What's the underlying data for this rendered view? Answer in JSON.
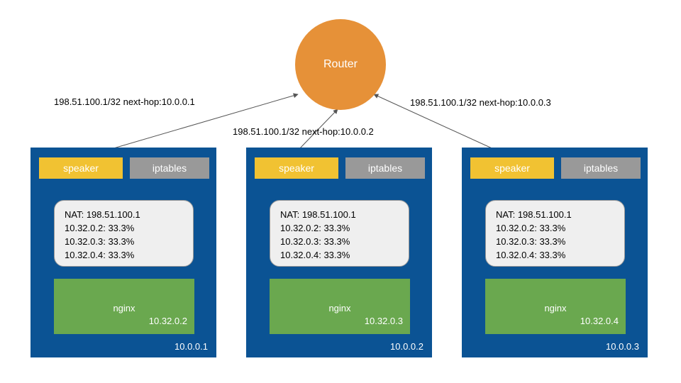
{
  "router": {
    "label": "Router"
  },
  "routes": [
    {
      "text": "198.51.100.1/32 next-hop:10.0.0.1"
    },
    {
      "text": "198.51.100.1/32 next-hop:10.0.0.2"
    },
    {
      "text": "198.51.100.1/32 next-hop:10.0.0.3"
    }
  ],
  "nodes": [
    {
      "ip": "10.0.0.1",
      "speaker": "speaker",
      "iptables": "iptables",
      "rules": [
        "NAT: 198.51.100.1",
        "10.32.0.2: 33.3%",
        "10.32.0.3: 33.3%",
        "10.32.0.4: 33.3%"
      ],
      "pod": {
        "name": "nginx",
        "ip": "10.32.0.2"
      }
    },
    {
      "ip": "10.0.0.2",
      "speaker": "speaker",
      "iptables": "iptables",
      "rules": [
        "NAT: 198.51.100.1",
        "10.32.0.2: 33.3%",
        "10.32.0.3: 33.3%",
        "10.32.0.4: 33.3%"
      ],
      "pod": {
        "name": "nginx",
        "ip": "10.32.0.3"
      }
    },
    {
      "ip": "10.0.0.3",
      "speaker": "speaker",
      "iptables": "iptables",
      "rules": [
        "NAT: 198.51.100.1",
        "10.32.0.2: 33.3%",
        "10.32.0.3: 33.3%",
        "10.32.0.4: 33.3%"
      ],
      "pod": {
        "name": "nginx",
        "ip": "10.32.0.4"
      }
    }
  ],
  "colors": {
    "router": "#e69138",
    "node": "#0b5394",
    "speaker": "#f1c232",
    "iptables": "#999999",
    "rules_box": "#efefef",
    "pod": "#6aa84f",
    "line": "#555555"
  }
}
